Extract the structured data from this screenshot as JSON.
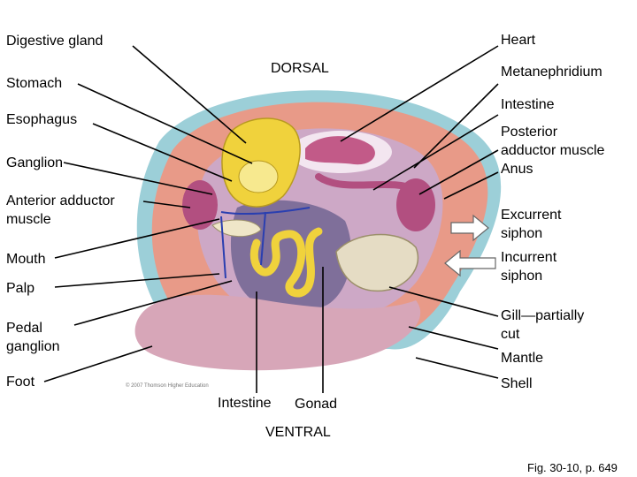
{
  "orientation": {
    "top": "DORSAL",
    "bottom": "VENTRAL"
  },
  "labels": {
    "digestive_gland": "Digestive gland",
    "stomach": "Stomach",
    "esophagus": "Esophagus",
    "ganglion": "Ganglion",
    "anterior_adductor_muscle": [
      "Anterior adductor",
      "muscle"
    ],
    "mouth": "Mouth",
    "palp": "Palp",
    "pedal_ganglion": [
      "Pedal",
      "ganglion"
    ],
    "foot": "Foot",
    "intestine_bottom": "Intestine",
    "gonad": "Gonad",
    "heart": "Heart",
    "metanephridium": "Metanephridium",
    "intestine_top": "Intestine",
    "posterior_adductor_muscle": [
      "Posterior",
      "adductor muscle"
    ],
    "anus": "Anus",
    "excurrent_siphon": [
      "Excurrent",
      "siphon"
    ],
    "incurrent_siphon": [
      "Incurrent",
      "siphon"
    ],
    "gill": [
      "Gill—partially",
      "cut"
    ],
    "mantle": "Mantle",
    "shell": "Shell"
  },
  "copyright": "© 2007 Thomson Higher Education",
  "figure_ref": "Fig. 30-10, p. 649",
  "colors": {
    "shell_rim": "#9ccfd8",
    "mantle": "#e89a88",
    "foot": "#d7a6b8",
    "visceral": "#cda8c6",
    "gonad": "#7f6f9a",
    "digestive_gland": "#f0d23c",
    "adductor": "#b24f80",
    "gill": "#e5dcc4",
    "leader_line": "#000000",
    "nerve": "#2a3fb0"
  },
  "icons": [
    "excurrent-arrow-icon",
    "incurrent-arrow-icon"
  ]
}
